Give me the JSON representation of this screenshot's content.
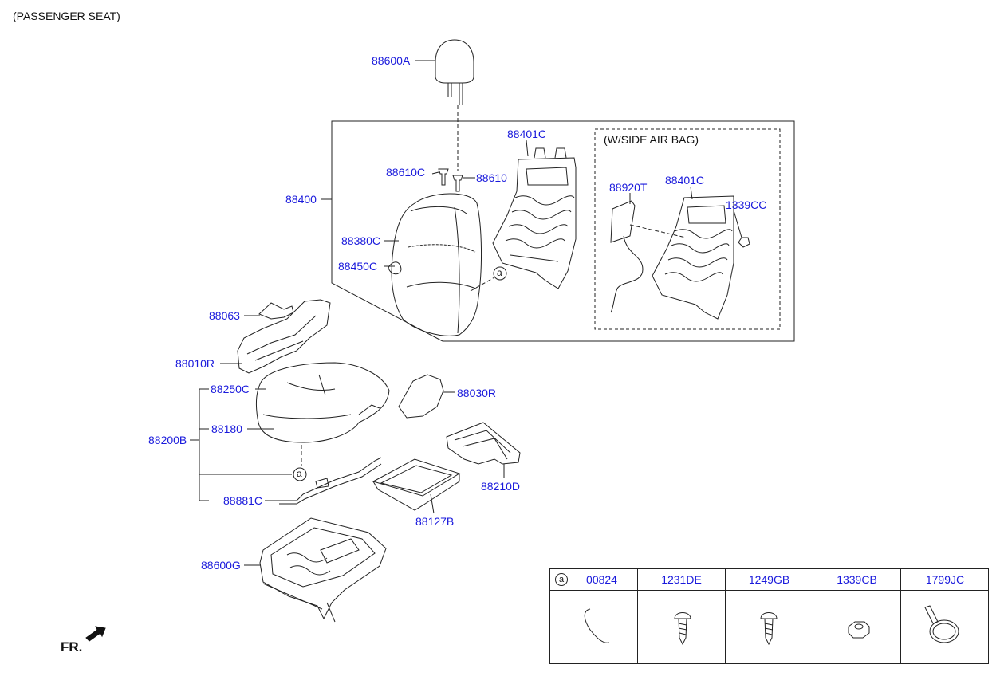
{
  "header": {
    "title": "(PASSENGER SEAT)"
  },
  "side_airbag_box": {
    "title": "(W/SIDE AIR BAG)"
  },
  "callout_marker": "a",
  "front_indicator": "FR.",
  "labels": {
    "headrest": "88600A",
    "back_frame": "88401C",
    "guide_lock": "88610C",
    "guide": "88610",
    "back_assy": "88400",
    "back_cover": "88380C",
    "back_cover_sub": "88450C",
    "sab_module": "88920T",
    "sab_frame": "88401C",
    "nut": "1339CC",
    "shield_small": "88063",
    "shield_outer": "88010R",
    "cushion_cover": "88250C",
    "cushion_pad": "88180",
    "cushion_assy": "88200B",
    "shield_inner": "88030R",
    "cushion_frame": "88210D",
    "mat_sensor": "88881C",
    "tray": "88127B",
    "track": "88600G"
  },
  "legend": {
    "marker": "a",
    "columns": [
      "00824",
      "1231DE",
      "1249GB",
      "1339CB",
      "1799JC"
    ],
    "icons": [
      "wire-clip-icon",
      "screw-icon",
      "tapping-screw-icon",
      "hex-nut-icon",
      "cable-tie-icon"
    ]
  },
  "colors": {
    "label": "#1a1adc",
    "line": "#222222"
  }
}
